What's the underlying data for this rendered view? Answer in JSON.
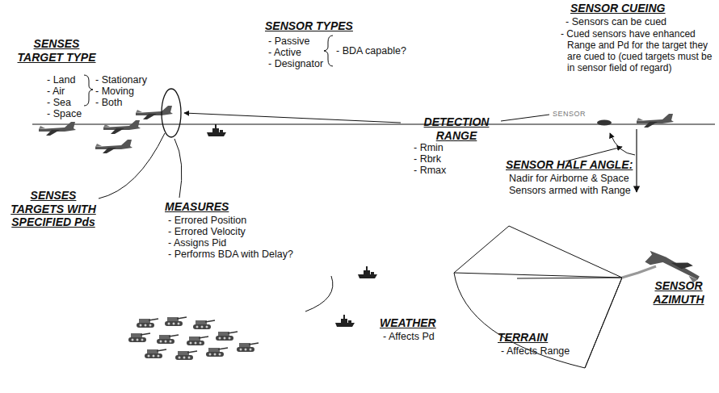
{
  "diagram": {
    "labels": [
      "SENSOR TYPES",
      "- Passive",
      "- Active",
      "- Designator",
      "- BDA capable?",
      "SENSOR CUEING",
      "- Sensors can be cued",
      "- Cued sensors have enhanced Range and Pd for the target they are cued to (cued targets must be in sensor field of regard)",
      "SENSES TARGET TYPE",
      "- Land",
      "- Air",
      "- Sea",
      "- Space",
      "- Stationary",
      "- Moving",
      "- Both",
      "SENSOR",
      "DETECTION RANGE",
      "- Rmin",
      "- Rbrk",
      "- Rmax",
      "SENSOR HALF ANGLE:",
      "Nadir for Airborne & Space Sensors armed with Range",
      "SENSES TARGETS WITH SPECIFIED Pds",
      "MEASURES",
      "- Errored Position",
      "- Errored Velocity",
      "- Assigns Pid",
      "- Performs BDA with Delay?",
      "SENSOR AZIMUTH",
      "WEATHER",
      "- Affects Pd",
      "TERRAIN",
      "- Affects Range"
    ]
  }
}
